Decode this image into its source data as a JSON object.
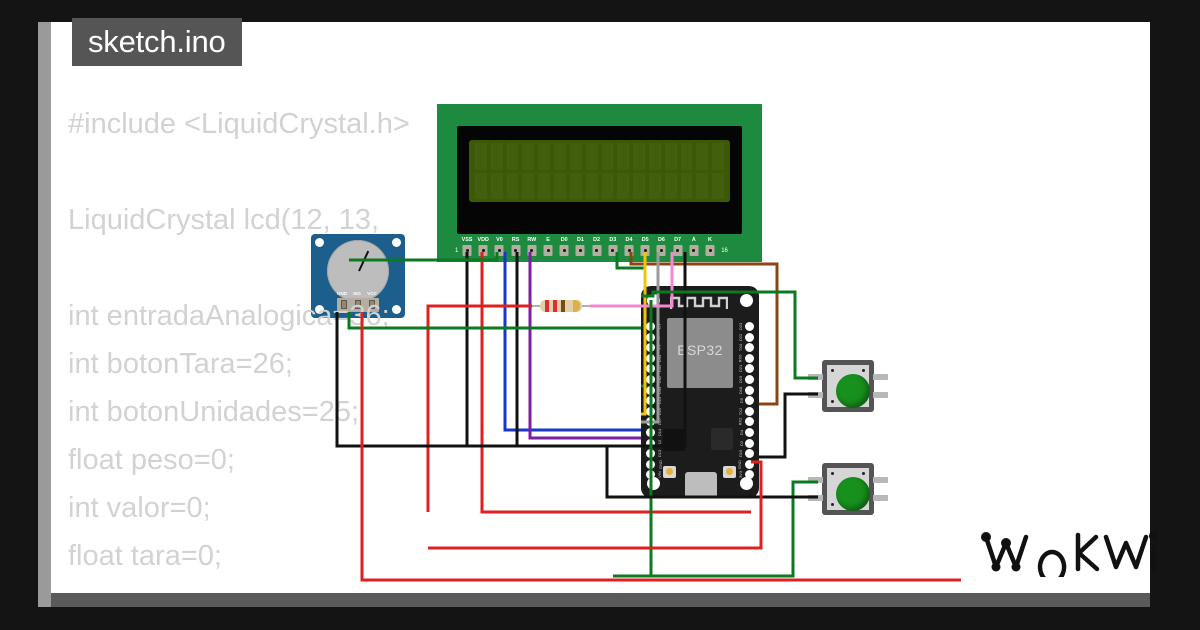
{
  "window": {
    "tab_label": "sketch.ino",
    "background_color": "#141414",
    "panel_color": "#ffffff",
    "tab_color": "#555555"
  },
  "code": {
    "lines": [
      "#include <LiquidCrystal.h>",
      "",
      "LiquidCrystal lcd(12, 13,",
      "",
      "int entradaAnalogica=36;",
      "int botonTara=26;",
      "int botonUnidades=25;",
      "float peso=0;",
      "int valor=0;",
      "float tara=0;"
    ],
    "text_color": "#d2d2d2"
  },
  "logo": {
    "text": "WOKWI"
  },
  "components": {
    "lcd": {
      "name": "LCD1602",
      "pin_labels": [
        "VSS",
        "VDD",
        "V0",
        "RS",
        "RW",
        "E",
        "D0",
        "D1",
        "D2",
        "D3",
        "D4",
        "D5",
        "D6",
        "D7",
        "A",
        "K"
      ],
      "first_pin_number": "1",
      "last_pin_number": "16",
      "board_color": "#17843c",
      "screen_color": "#3c5a06",
      "columns": 16,
      "rows": 2
    },
    "potentiometer": {
      "name": "Potentiometer",
      "pin_labels": [
        "GND",
        "SIG",
        "VCC"
      ],
      "board_color": "#1c5f8c",
      "knob_color": "#bdbdbd"
    },
    "resistor": {
      "name": "Resistor",
      "bands": [
        "#d83030",
        "#d83030",
        "#7a4a16",
        "#d9b24a"
      ],
      "body_color": "#e3cfa8"
    },
    "esp32": {
      "name": "ESP32 DevKit V1",
      "chip_label": "ESP32",
      "board_color": "#1c1c1c",
      "left_pins": [
        "EN",
        "VP",
        "VN",
        "D34",
        "D35",
        "D32",
        "D33",
        "D25",
        "D26",
        "D27",
        "D14",
        "D12",
        "D13",
        "GND",
        "VIN"
      ],
      "right_pins": [
        "D23",
        "D22",
        "TX0",
        "RX0",
        "D21",
        "D19",
        "D18",
        "D5",
        "TX2",
        "RX2",
        "D4",
        "D2",
        "D15",
        "GND",
        "3V3"
      ]
    },
    "buttons": [
      {
        "name": "pushbutton-tara",
        "color": "#17901d"
      },
      {
        "name": "pushbutton-unidades",
        "color": "#17901d"
      }
    ]
  },
  "wires": {
    "colors": {
      "black": "#111111",
      "red": "#e02020",
      "green": "#0a7a22",
      "blue": "#1a36c8",
      "purple": "#7b1fa2",
      "brown": "#8b4513",
      "yellow": "#f5c400",
      "gray": "#9a9a9a",
      "pink": "#f08ad0",
      "magenta": "#e060c0"
    }
  }
}
